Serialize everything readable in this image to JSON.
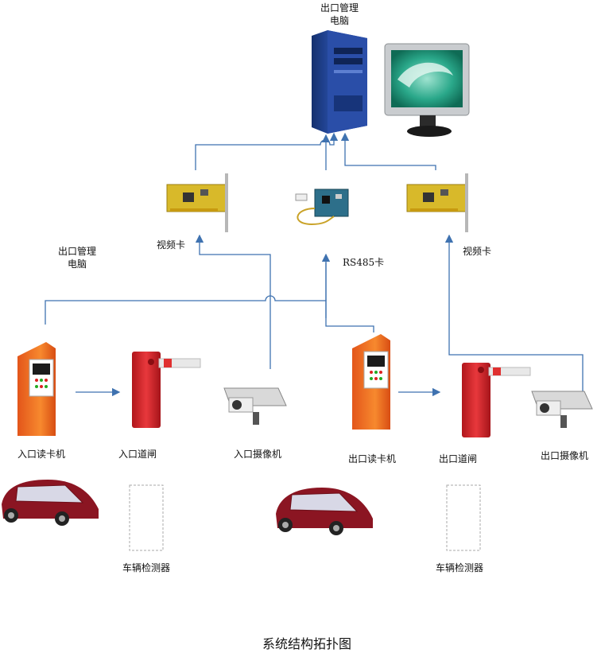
{
  "labels": {
    "server_title": [
      "出口管理",
      "电脑"
    ],
    "left_title": [
      "出口管理",
      "电脑"
    ],
    "video_card_left": "视频卡",
    "video_card_right": "视频卡",
    "rs485": "RS485卡",
    "entry_reader": "入口读卡机",
    "entry_gate": "入口道闸",
    "entry_camera": "入口摄像机",
    "exit_reader": "出口读卡机",
    "exit_gate": "出口道闸",
    "exit_camera": "出口摄像机",
    "detector_left": "车辆检测器",
    "detector_right": "车辆检测器",
    "caption": "系统结构拓扑图"
  },
  "colors": {
    "line": "#3f72b0",
    "kiosk": "#f26b1d",
    "barrier": "#d9262b",
    "car": "#8b1522",
    "pc": "#1f3f8f",
    "board": "#d8b92a"
  },
  "icons": [
    "server-icon",
    "monitor-icon",
    "video-card-icon",
    "rs485-card-icon",
    "card-reader-icon",
    "barrier-gate-icon",
    "camera-icon",
    "car-icon",
    "vehicle-detector-icon"
  ]
}
